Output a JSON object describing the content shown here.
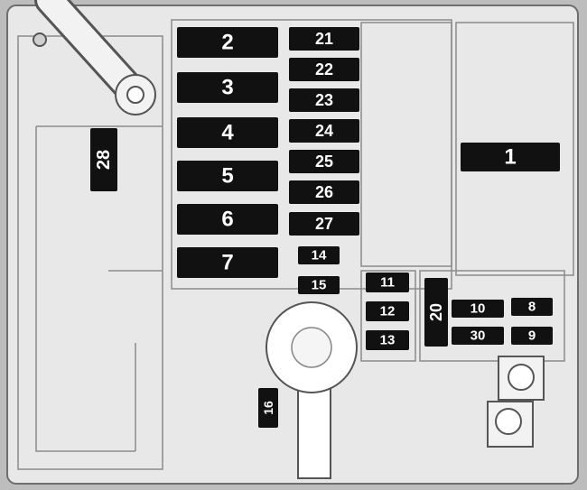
{
  "fuses": [
    {
      "label": "2"
    },
    {
      "label": "3"
    },
    {
      "label": "4"
    },
    {
      "label": "5"
    },
    {
      "label": "6"
    },
    {
      "label": "7"
    },
    {
      "label": "21"
    },
    {
      "label": "22"
    },
    {
      "label": "23"
    },
    {
      "label": "24"
    },
    {
      "label": "25"
    },
    {
      "label": "26"
    },
    {
      "label": "27"
    },
    {
      "label": "1"
    },
    {
      "label": "28"
    },
    {
      "label": "14"
    },
    {
      "label": "15"
    },
    {
      "label": "11"
    },
    {
      "label": "12"
    },
    {
      "label": "13"
    },
    {
      "label": "20"
    },
    {
      "label": "10"
    },
    {
      "label": "8"
    },
    {
      "label": "30"
    },
    {
      "label": "9"
    },
    {
      "label": "16"
    }
  ],
  "colors": {
    "fuse_fill": "#111111",
    "fuse_text": "#ffffff",
    "housing_bg": "#d8d8d8",
    "housing_panel": "#e8e8e8",
    "outline": "#6e6e6e"
  }
}
